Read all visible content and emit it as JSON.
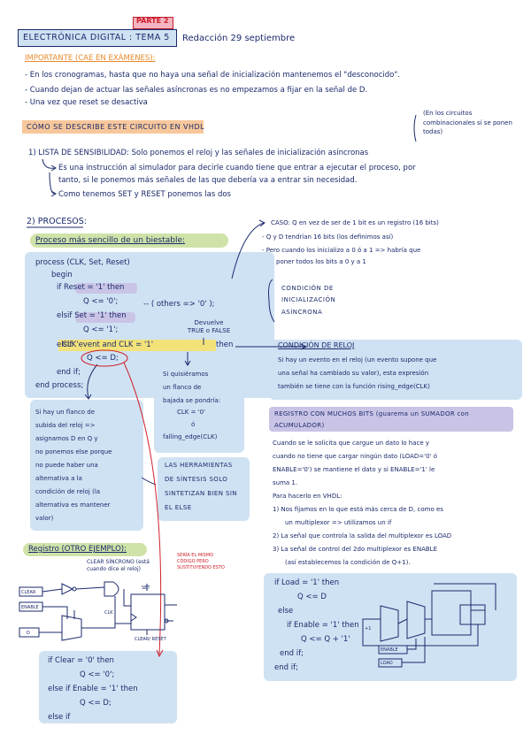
{
  "header": {
    "part": "PARTE 2",
    "title": "ELECTRÓNICA DIGITAL : TEMA 5",
    "date": "Redacción 29 septiembre"
  },
  "important": {
    "heading": "IMPORTANTE (CAE EN EXÁMENES):",
    "items": [
      "- En los cronogramas, hasta que no haya una señal de inicialización mantenemos el \"desconocido\".",
      "- Cuando dejan de actuar las señales asíncronas es no empezamos a fijar en la señal de D.",
      "- Una vez que reset se desactiva"
    ]
  },
  "section_vhdl": {
    "heading": "CÓMO SE DESCRIBE ESTE CIRCUITO EN VHDL",
    "side_note": "(En los circuitos combinacionales sí se ponen todas)",
    "sens_title": "1) LISTA DE SENSIBILIDAD: Solo ponemos el reloj y las señales de inicialización asíncronas",
    "sens_lines": [
      "Es una instrucción al simulador para decirle cuando tiene que entrar a ejecutar el proceso, por",
      "tanto, si le ponemos más señales de las que debería va a entrar sin necesidad.",
      "Como tenemos SET y RESET ponemos las dos"
    ]
  },
  "procesos": {
    "title": "2) PROCESOS:",
    "flipflop_title": "Proceso más sencillo de un biestable:",
    "code": [
      "process (CLK, Set, Reset)",
      "begin",
      "if  Reset = '1'  then",
      "Q <= '0';",
      "elsif  Set = '1'  then",
      "Q <= '1';",
      "elsif",
      "CLK'event and CLK = '1'",
      "then",
      "Q <= D;",
      "end if;",
      "end process;"
    ],
    "others_note": "-- ( others => '0' );",
    "devuelve": "Devuelve TRUE o FALSE",
    "cond_inicializacion": "CONDICIÓN DE INICIALIZACIÓN ASÍNCRONA",
    "caso_lines": [
      "CASO: Q en vez de ser de 1 bit es un registro (16 bits)",
      "- Q y D tendrían 16 bits (los definimos así)",
      "- Pero cuando los inicializo a 0 ó a 1 => habría que",
      "poner todos los bits a 0 y a 1"
    ],
    "flanco_box": [
      "Si quisiéramos",
      "un flanco de",
      "bajada se pondría:",
      "CLK = '0'",
      "ó",
      "falling_edge(CLK)"
    ],
    "left_box": [
      "Si hay un flanco de",
      "subida del reloj =>",
      "asignamos D en Q y",
      "no ponemos else porque",
      "no puede haber una",
      "alternativa a la",
      "condición de reloj (la",
      "alternativa es mantener",
      "valor)"
    ],
    "herramientas_box": [
      "LAS HERRAMIENTAS",
      "DE SÍNTESIS SOLO",
      "SINTETIZAN BIEN SIN",
      "EL ELSE"
    ],
    "cond_reloj_title": "CONDICIÓN DE RELOJ",
    "cond_reloj_lines": [
      "Si hay un evento en el reloj (un evento supone que",
      "una señal ha cambiado su valor), esta expresión",
      "también se tiene con la función rising_edge(CLK)"
    ]
  },
  "registro_bits": {
    "title": "REGISTRO CON MUCHOS BITS (guarema un SUMADOR con ACUMULADOR)",
    "lines": [
      "Cuando se le solicita que cargue un dato lo hace y",
      "cuando no tiene que cargar ningún dato (LOAD='0' ó",
      "ENABLE='0') se mantiene el dato y si ENABLE='1' le",
      "suma 1.",
      "Para hacerlo en VHDL:",
      "1) Nos fijamos en lo que está más cerca de D, como es",
      "un multiplexor => utilizamos un if",
      "2) La señal que controla la salida del multiplexor es LOAD",
      "3) La señal de control del 2do multiplexor es ENABLE",
      "(así establecemos la condición de Q+1)."
    ],
    "code": [
      "if  Load = '1'  then",
      "Q <= D",
      "else",
      "if  Enable = '1'  then",
      "Q <= Q + '1'",
      "end if;",
      "end if;"
    ],
    "labels": {
      "load": "LOAD",
      "plus1": "+1"
    }
  },
  "registro_otro": {
    "title": "Registro (OTRO EJEMPLO):",
    "clear_note": "CLEAR SÍNCRONO (está cuando dice el reloj)",
    "red_note": "SERÍA EL MISMO CÓDIGO PERO SUSTITUYENDO ESTO",
    "labels": {
      "clear": "CLEAR",
      "enable": "ENABLE",
      "d": "D",
      "clk": "CLK",
      "set": "SET",
      "clear_reset": "CLEAR/ RESET"
    },
    "code": [
      "if  Clear = '0'  then",
      "Q <= '0';",
      "else  if  Enable = '1'  then",
      "Q <= D;",
      "else if"
    ]
  },
  "colors": {
    "ink": "#1b2a6b",
    "blue_box": "#cfe2f3",
    "orange_box": "#f7c79b",
    "green_highlight": "#cfe3a8",
    "purple_highlight": "#c9c4e6",
    "pink_highlight": "#f2b4c0",
    "yellow_highlight": "#f3e27a",
    "red_ink": "#d0202a"
  }
}
